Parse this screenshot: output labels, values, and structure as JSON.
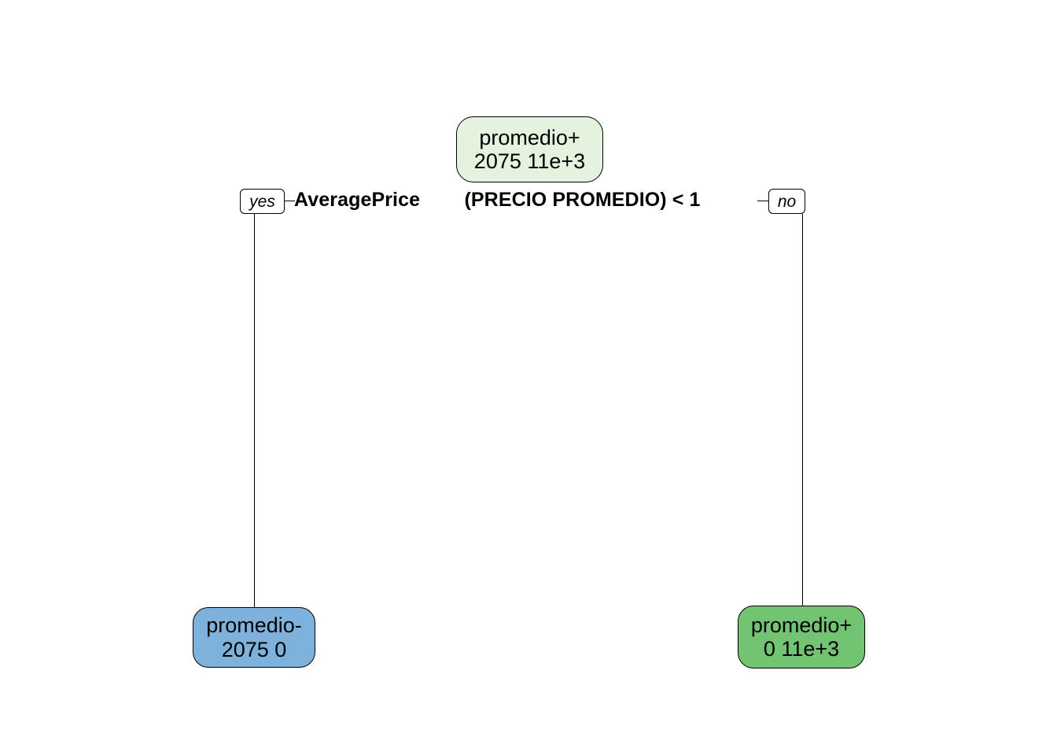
{
  "diagram": {
    "type": "decision-tree",
    "background_color": "#ffffff",
    "root": {
      "label": "promedio+",
      "stats": "2075  11e+3",
      "fill_color": "#e4f2de"
    },
    "split": {
      "variable": "AveragePrice",
      "condition": "(PRECIO PROMEDIO) < 1",
      "full_text": "AveragePrice        (PRECIO PROMEDIO) < 1",
      "yes_label": "yes",
      "no_label": "no"
    },
    "leaves": [
      {
        "branch": "yes",
        "label": "promedio-",
        "stats": "2075  0",
        "fill_color": "#7eb2dc"
      },
      {
        "branch": "no",
        "label": "promedio+",
        "stats": "0  11e+3",
        "fill_color": "#72c472"
      }
    ]
  }
}
